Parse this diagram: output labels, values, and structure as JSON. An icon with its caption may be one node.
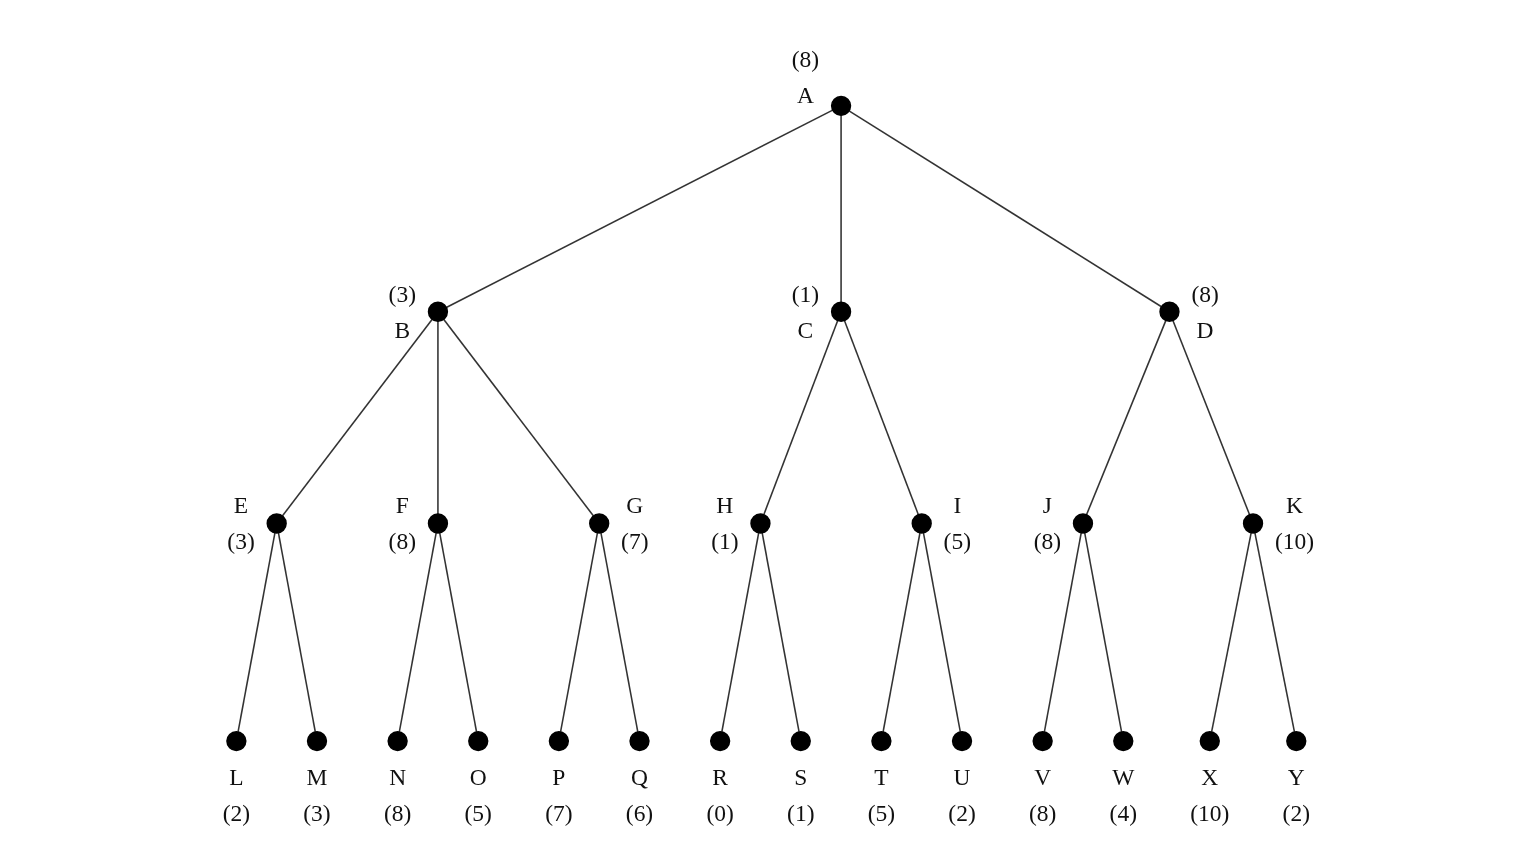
{
  "diagram": {
    "nodes": [
      {
        "text": [],
        "shape": "circle",
        "beside": [
          "(8)",
          "A"
        ]
      },
      {
        "text": [],
        "shape": "circle",
        "beside": [
          "(3)",
          "B"
        ]
      },
      {
        "text": [],
        "shape": "circle",
        "beside": [
          "(1)",
          "C"
        ]
      },
      {
        "text": [],
        "shape": "circle",
        "beside": [
          "(8)",
          "D"
        ]
      },
      {
        "text": [],
        "shape": "circle",
        "beside": [
          "E",
          "(3)"
        ]
      },
      {
        "text": [],
        "shape": "circle",
        "beside": [
          "F",
          "(8)"
        ]
      },
      {
        "text": [],
        "shape": "circle",
        "beside": [
          "G",
          "(7)"
        ]
      },
      {
        "text": [],
        "shape": "circle",
        "beside": [
          "H",
          "(1)"
        ]
      },
      {
        "text": [],
        "shape": "circle",
        "beside": [
          "I",
          "(5)"
        ]
      },
      {
        "text": [],
        "shape": "circle",
        "beside": [
          "J",
          "(8)"
        ]
      },
      {
        "text": [],
        "shape": "circle",
        "beside": [
          "K",
          "(10)"
        ]
      },
      {
        "text": [],
        "shape": "circle",
        "beside": [
          "L",
          "(2)"
        ]
      },
      {
        "text": [],
        "shape": "circle",
        "beside": [
          "M",
          "(3)"
        ]
      },
      {
        "text": [],
        "shape": "circle",
        "beside": [
          "N",
          "(8)"
        ]
      },
      {
        "text": [],
        "shape": "circle",
        "beside": [
          "O",
          "(5)"
        ]
      },
      {
        "text": [],
        "shape": "circle",
        "beside": [
          "P",
          "(7)"
        ]
      },
      {
        "text": [],
        "shape": "circle",
        "beside": [
          "Q",
          "(6)"
        ]
      },
      {
        "text": [],
        "shape": "circle",
        "beside": [
          "R",
          "(0)"
        ]
      },
      {
        "text": [],
        "shape": "circle",
        "beside": [
          "S",
          "(1)"
        ]
      },
      {
        "text": [],
        "shape": "circle",
        "beside": [
          "T",
          "(5)"
        ]
      },
      {
        "text": [],
        "shape": "circle",
        "beside": [
          "U",
          "(2)"
        ]
      },
      {
        "text": [],
        "shape": "circle",
        "beside": [
          "V",
          "(8)"
        ]
      },
      {
        "text": [],
        "shape": "circle",
        "beside": [
          "W",
          "(4)"
        ]
      },
      {
        "text": [],
        "shape": "circle",
        "beside": [
          "X",
          "(10)"
        ]
      },
      {
        "text": [],
        "shape": "circle",
        "beside": [
          "Y",
          "(2)"
        ]
      }
    ],
    "edges": [
      {
        "from": 0,
        "to": 1,
        "arrow": "none"
      },
      {
        "from": 0,
        "to": 2,
        "arrow": "none"
      },
      {
        "from": 0,
        "to": 3,
        "arrow": "none"
      },
      {
        "from": 1,
        "to": 4,
        "arrow": "none"
      },
      {
        "from": 1,
        "to": 5,
        "arrow": "none"
      },
      {
        "from": 1,
        "to": 6,
        "arrow": "none"
      },
      {
        "from": 2,
        "to": 7,
        "arrow": "none"
      },
      {
        "from": 2,
        "to": 8,
        "arrow": "none"
      },
      {
        "from": 3,
        "to": 9,
        "arrow": "none"
      },
      {
        "from": 3,
        "to": 10,
        "arrow": "none"
      },
      {
        "from": 4,
        "to": 11,
        "arrow": "none"
      },
      {
        "from": 4,
        "to": 12,
        "arrow": "none"
      },
      {
        "from": 5,
        "to": 13,
        "arrow": "none"
      },
      {
        "from": 5,
        "to": 14,
        "arrow": "none"
      },
      {
        "from": 6,
        "to": 15,
        "arrow": "none"
      },
      {
        "from": 6,
        "to": 16,
        "arrow": "none"
      },
      {
        "from": 7,
        "to": 17,
        "arrow": "none"
      },
      {
        "from": 7,
        "to": 18,
        "arrow": "none"
      },
      {
        "from": 8,
        "to": 19,
        "arrow": "none"
      },
      {
        "from": 8,
        "to": 20,
        "arrow": "none"
      },
      {
        "from": 9,
        "to": 21,
        "arrow": "none"
      },
      {
        "from": 9,
        "to": 22,
        "arrow": "none"
      },
      {
        "from": 10,
        "to": 23,
        "arrow": "none"
      },
      {
        "from": 10,
        "to": 24,
        "arrow": "none"
      }
    ]
  }
}
